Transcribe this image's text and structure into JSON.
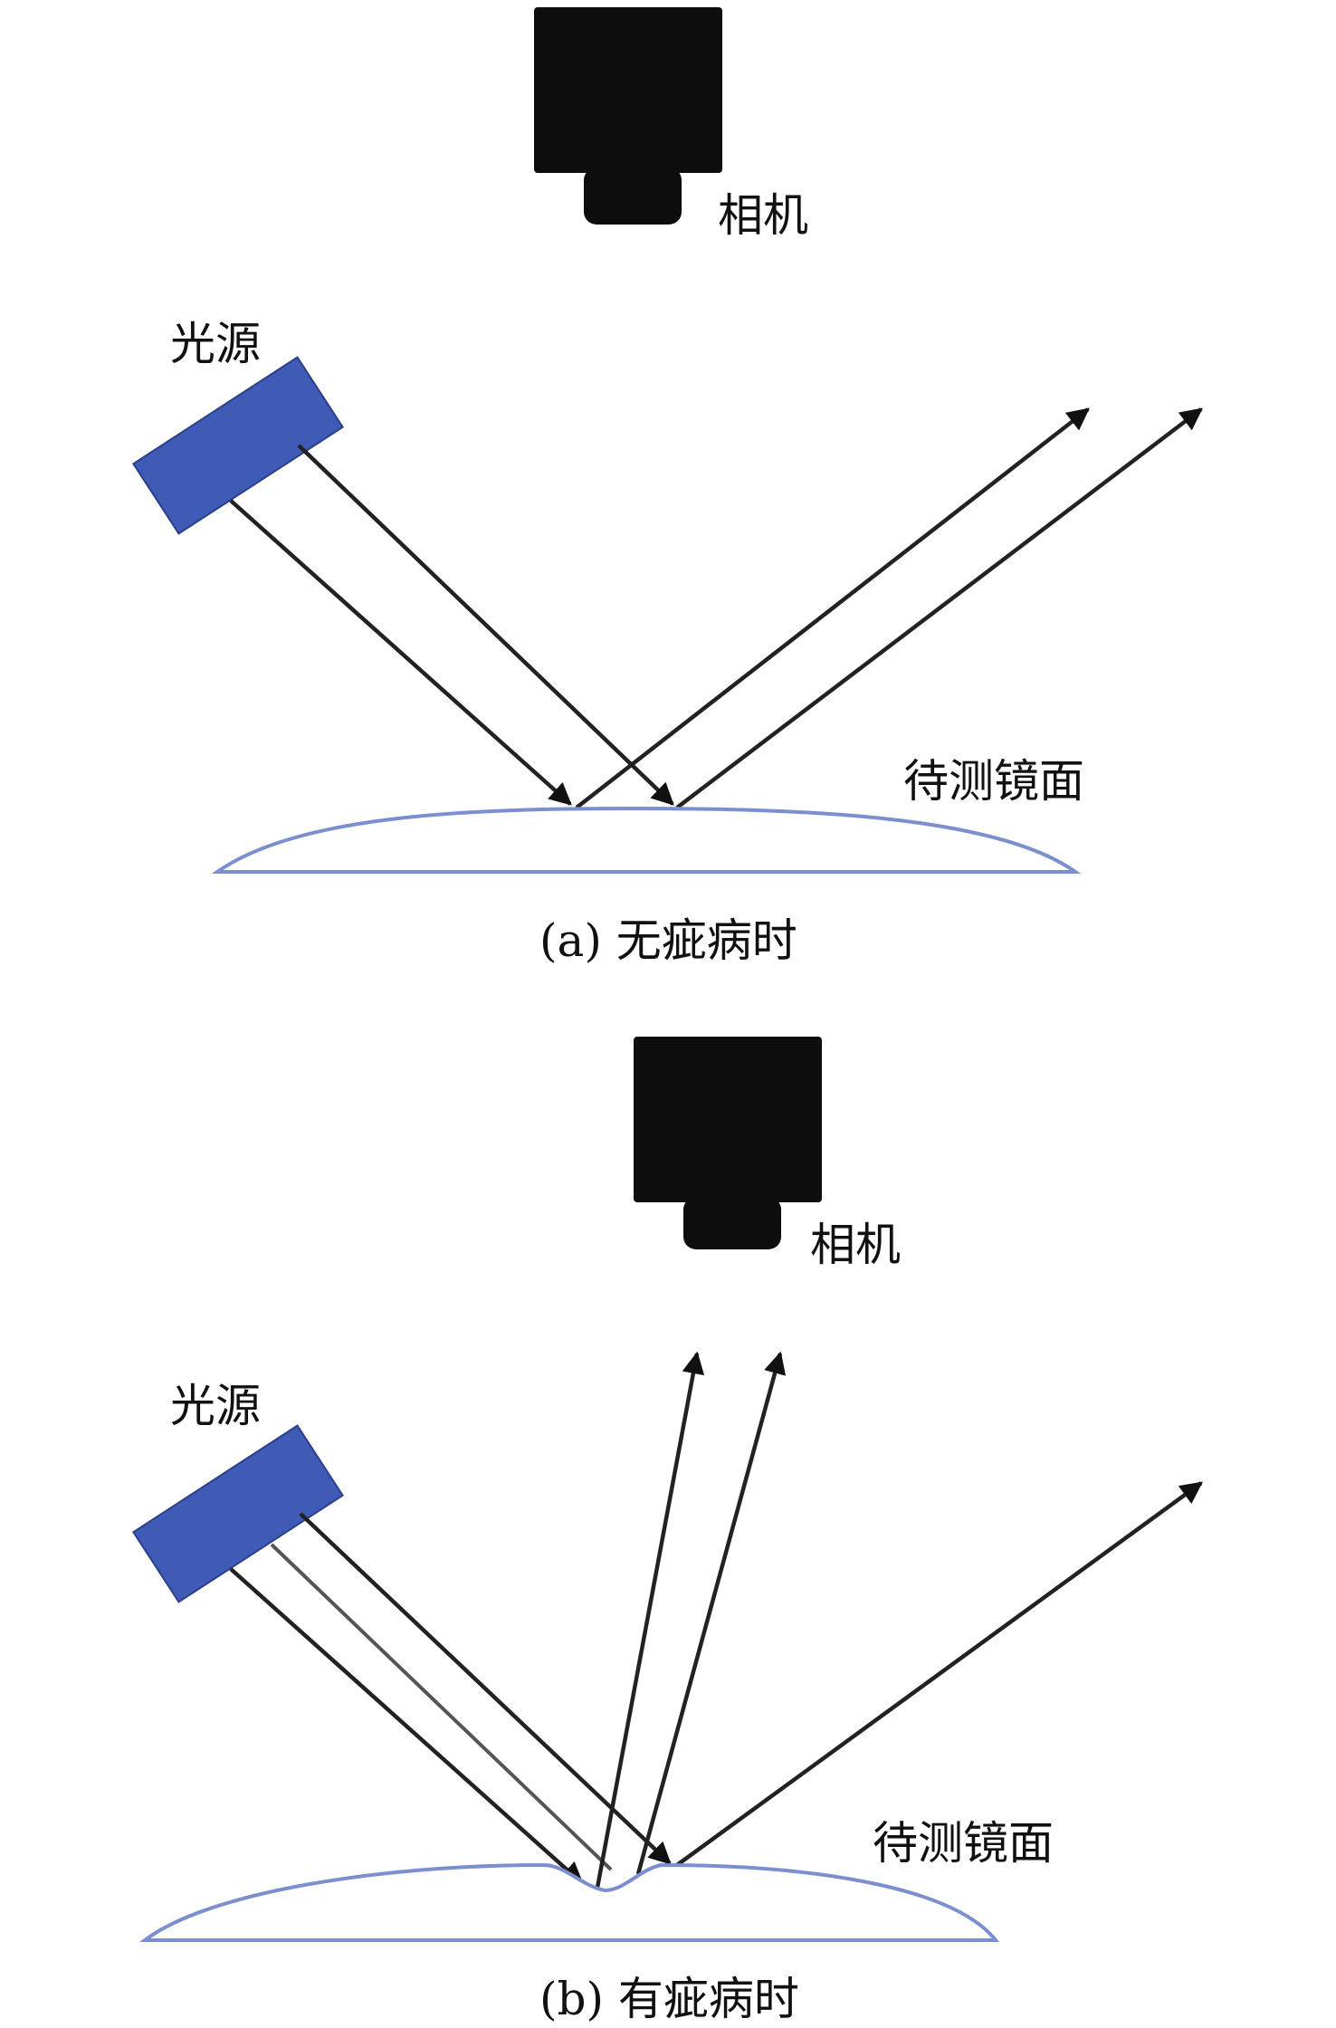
{
  "panel_a": {
    "camera_label": "相机",
    "light_label": "光源",
    "mirror_label": "待测镜面",
    "caption": "(a) 无疵病时"
  },
  "panel_b": {
    "camera_label": "相机",
    "light_label": "光源",
    "mirror_label": "待测镜面",
    "caption": "(b) 有疵病时"
  },
  "colors": {
    "light_source": "#3f5bb5",
    "camera": "#0d0d0d",
    "mirror_outline": "#7b8fd0",
    "rays": "#222222"
  }
}
